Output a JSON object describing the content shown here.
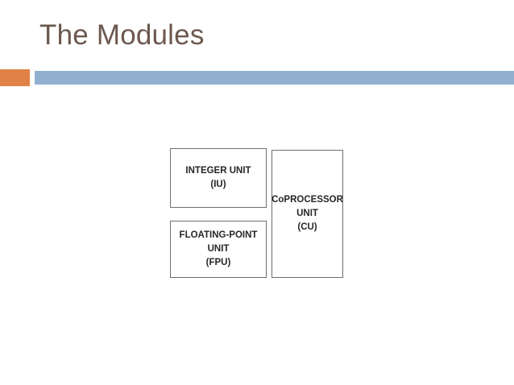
{
  "slide": {
    "title": "The Modules",
    "title_color": "#6c584e",
    "background_color": "#ffffff",
    "accent_bar_color": "#e08245",
    "rule_bar_color": "#92b1d1"
  },
  "diagram": {
    "type": "block-diagram",
    "boxes": [
      {
        "id": "integer-unit",
        "lines": [
          "INTEGER UNIT",
          "(IU)"
        ],
        "border_color": "#6e6e6e",
        "text_color": "#262626"
      },
      {
        "id": "floating-point-unit",
        "lines": [
          "FLOATING-POINT",
          "UNIT",
          "(FPU)"
        ],
        "border_color": "#6e6e6e",
        "text_color": "#262626"
      },
      {
        "id": "coprocessor-unit",
        "lines": [
          "CoPROCESSOR",
          "UNIT",
          "(CU)"
        ],
        "border_color": "#6e6e6e",
        "text_color": "#262626"
      }
    ]
  }
}
